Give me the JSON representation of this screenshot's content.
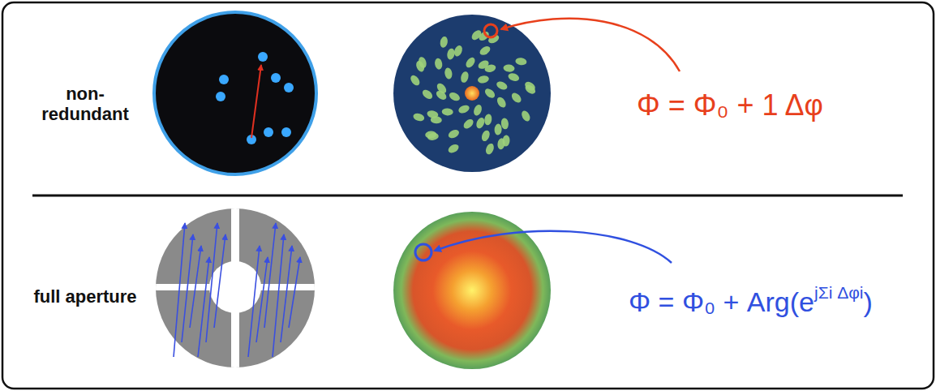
{
  "diagram": {
    "labels": [
      "non- redundant",
      "full aperture",
      "Φ = Φ₀ + 1 Δφ",
      "Φ = Φ₀ + Arg(e",
      "jΣi Δφi",
      ")"
    ]
  }
}
